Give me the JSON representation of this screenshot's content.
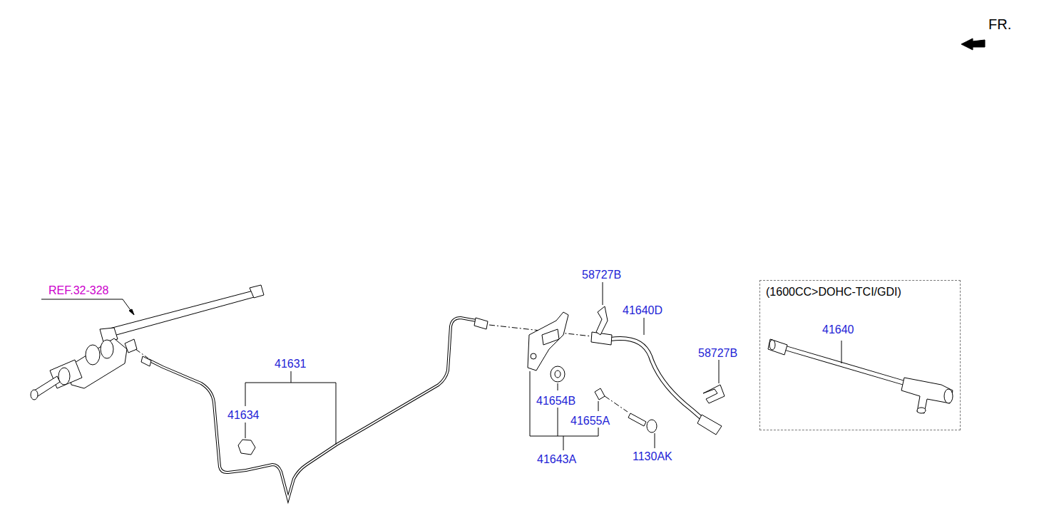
{
  "diagram": {
    "nodes": [
      {
        "text": [
          "(1600CC>DOHC-TCI/GDI)",
          "41640"
        ]
      }
    ],
    "labels": [
      "FR.",
      "REF.32-328",
      "58727B",
      "41640D",
      "58727B",
      "41631",
      "41634",
      "41654B",
      "41655A",
      "41643A",
      "1130AK"
    ]
  }
}
